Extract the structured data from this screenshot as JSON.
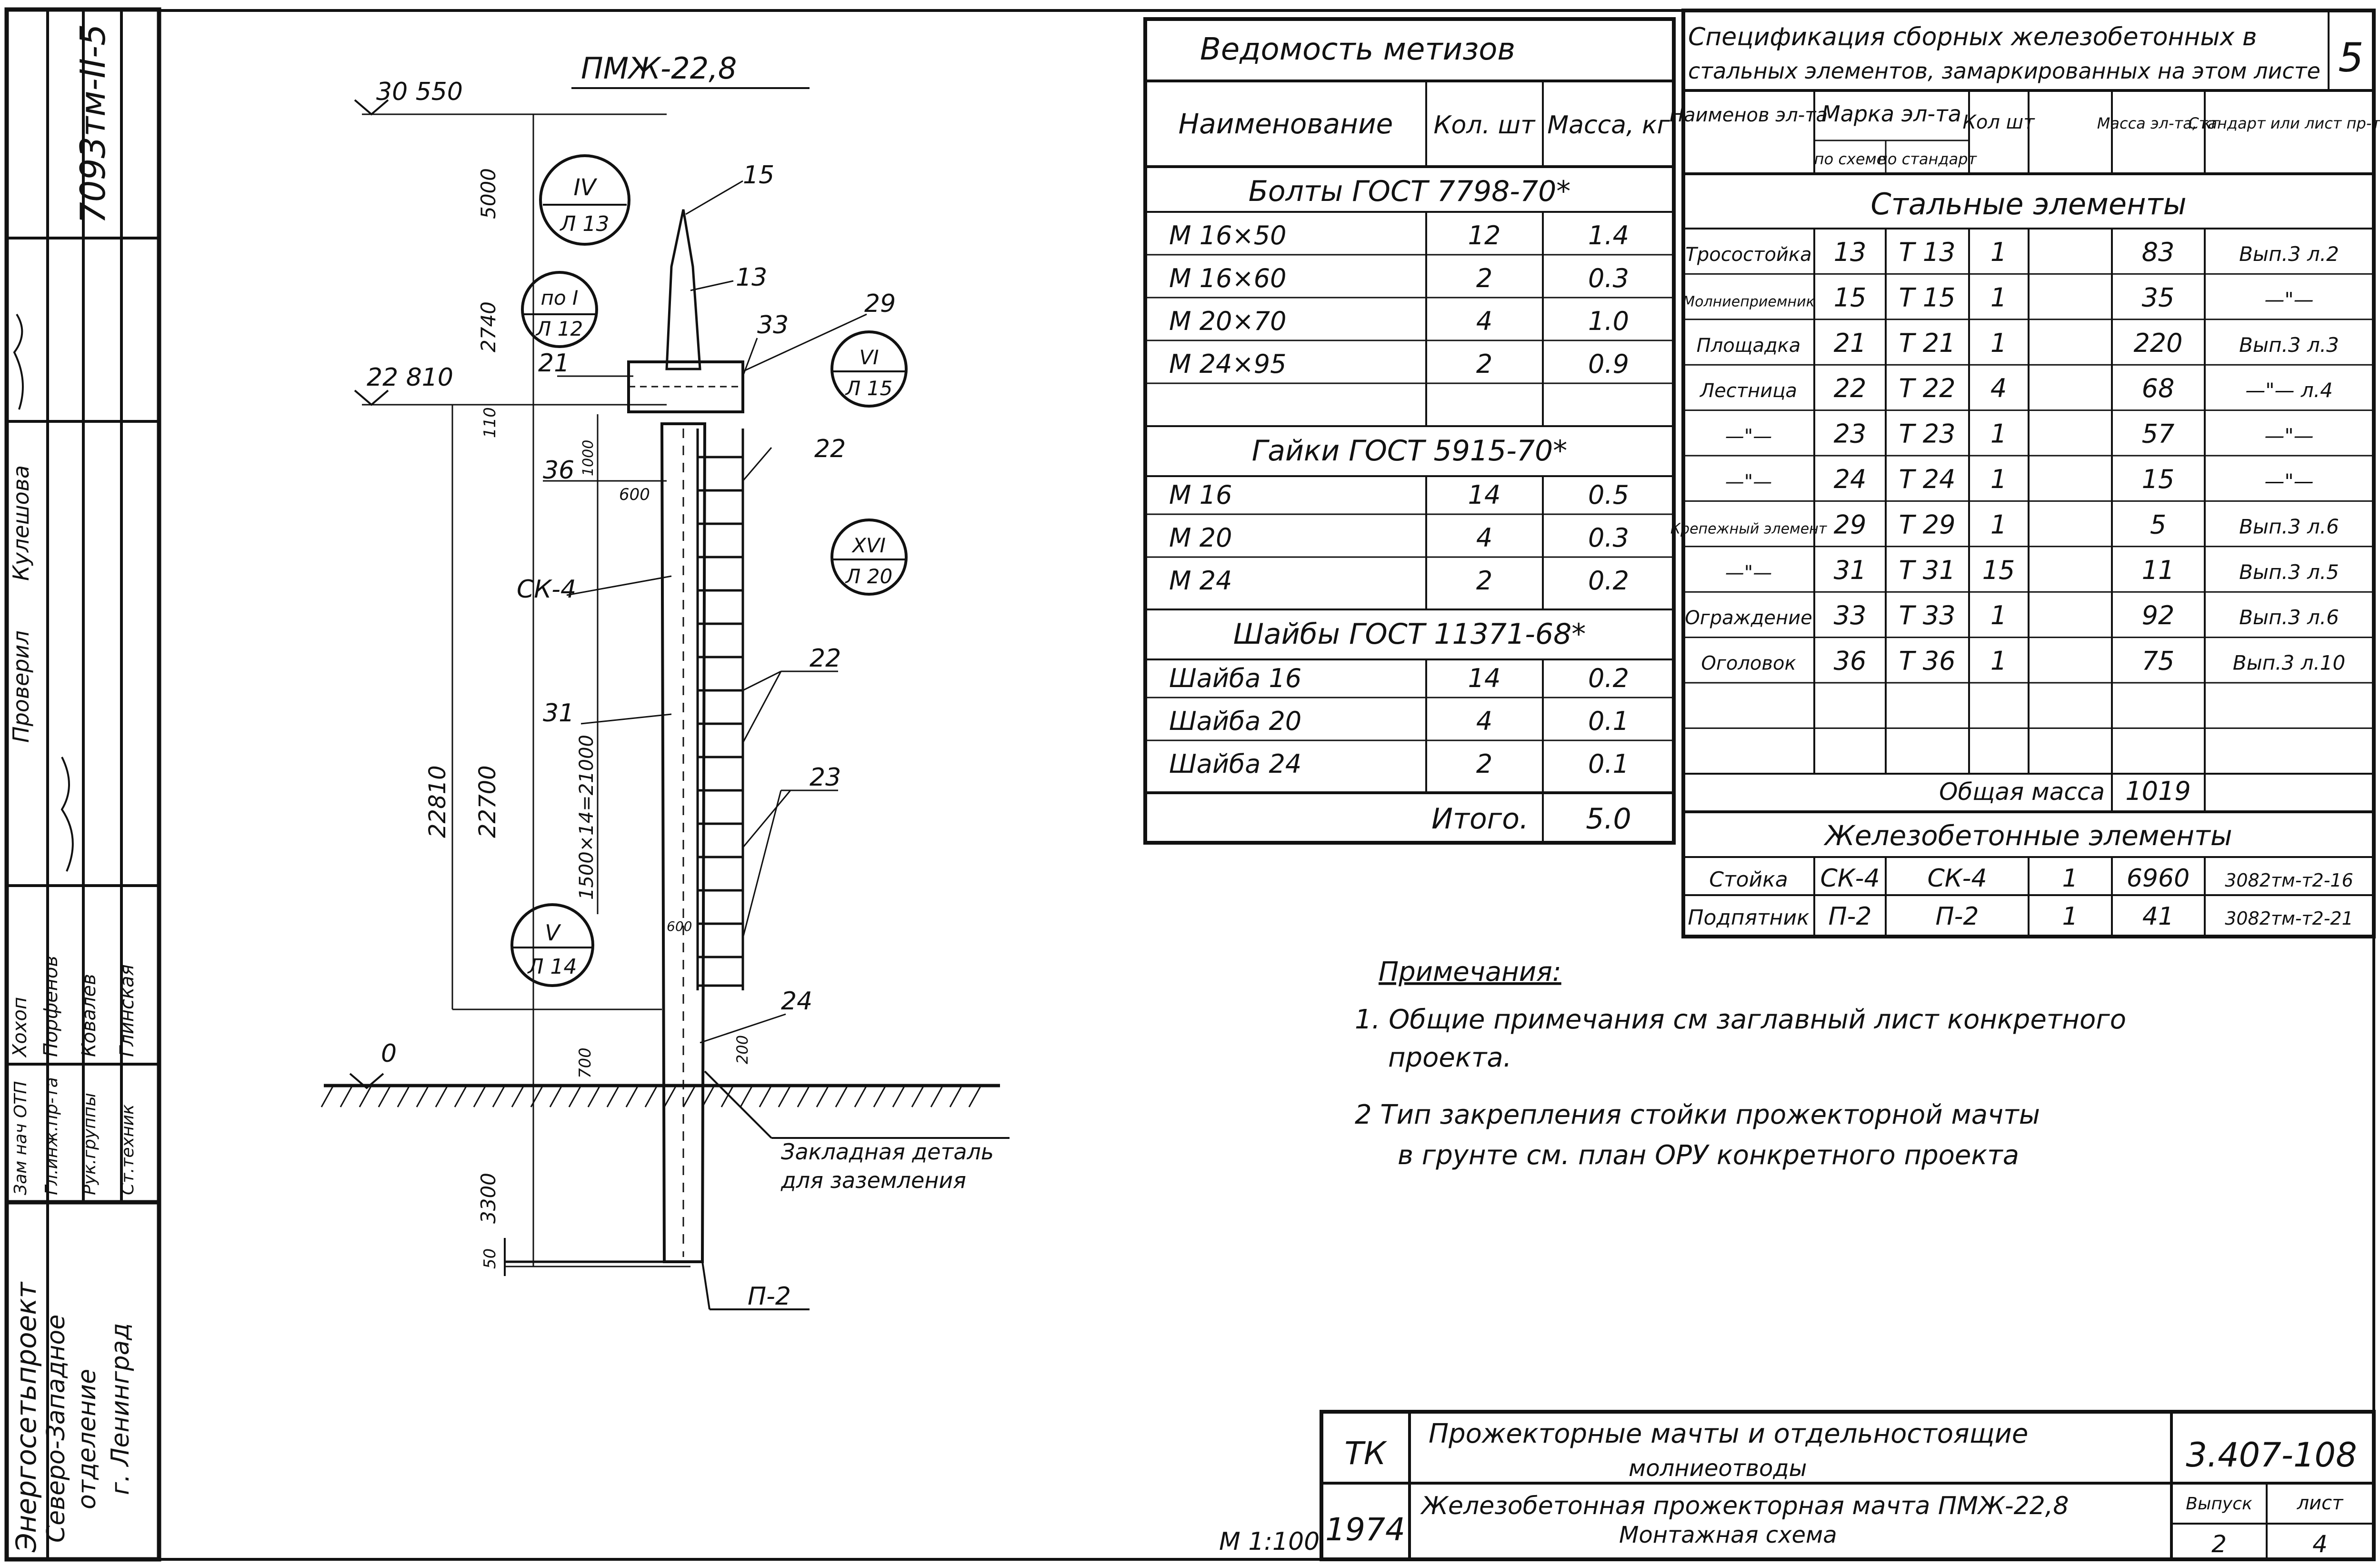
{
  "sheet_number": "5",
  "doc_code": "7093тм-II-5",
  "drawing": {
    "title": "ПМЖ-22,8",
    "elev_top": "30 550",
    "elev_mid": "22 810",
    "elev_ground": "0",
    "dims": {
      "d5000": "5000",
      "d2740": "2740",
      "d110": "110",
      "d1000": "1000",
      "d600a": "600",
      "d600b": "600",
      "d22810": "22810",
      "d22700": "22700",
      "d1500": "1500×14=21000",
      "d700": "700",
      "d200": "200",
      "d3300": "3300",
      "d50": "50"
    },
    "circles": [
      {
        "top": "IV",
        "bottom": "Л 13"
      },
      {
        "top": "по I",
        "bottom": "Л 12"
      },
      {
        "top": "VI",
        "bottom": "Л 15"
      },
      {
        "top": "XVI",
        "bottom": "Л 20"
      },
      {
        "top": "V",
        "bottom": "Л 14"
      }
    ],
    "leaders": {
      "l15": "15",
      "l13": "13",
      "l33": "33",
      "l29": "29",
      "l21": "21",
      "l22a": "22",
      "l36": "36",
      "lck4": "СК-4",
      "l31": "31",
      "l22b": "22",
      "l23": "23",
      "l24": "24",
      "lp2": "П-2"
    },
    "embedded": [
      "Закладная деталь",
      "для заземления"
    ]
  },
  "title_block_left": {
    "org": [
      "Энергосетьпроект",
      "Северо-Западное",
      "отделение",
      "г. Ленинград"
    ],
    "checked_label": "Проверил",
    "checked_name": "Кулешова",
    "roles": [
      "Зам нач ОТП",
      "Гл.инж.пр-та",
      "Рук.группы",
      "Ст.техник"
    ],
    "names": [
      "Хохоп",
      "Порфенов",
      "Ковалев",
      "Глинская"
    ]
  },
  "hardware_table": {
    "title": "Ведомость метизов",
    "headers": [
      "Наименование",
      "Кол. шт",
      "Масса, кг"
    ],
    "groups": [
      {
        "name": "Болты ГОСТ 7798-70*",
        "rows": [
          [
            "М 16×50",
            "12",
            "1.4"
          ],
          [
            "М 16×60",
            "2",
            "0.3"
          ],
          [
            "М 20×70",
            "4",
            "1.0"
          ],
          [
            "М 24×95",
            "2",
            "0.9"
          ],
          [
            "",
            "",
            ""
          ]
        ]
      },
      {
        "name": "Гайки ГОСТ 5915-70*",
        "rows": [
          [
            "М 16",
            "14",
            "0.5"
          ],
          [
            "М 20",
            "4",
            "0.3"
          ],
          [
            "М 24",
            "2",
            "0.2"
          ]
        ]
      },
      {
        "name": "Шайбы ГОСТ 11371-68*",
        "rows": [
          [
            "Шайба 16",
            "14",
            "0.2"
          ],
          [
            "Шайба 20",
            "4",
            "0.1"
          ],
          [
            "Шайба 24",
            "2",
            "0.1"
          ]
        ]
      }
    ],
    "total_label": "Итого.",
    "total_value": "5.0"
  },
  "spec_table": {
    "title1": "Спецификация сборных железобетонных в",
    "title2": "стальных элементов, замаркированных на этом листе",
    "headers": {
      "name": "Наименов эл-та",
      "mark": "Марка эл-та",
      "by_scheme": "по схеме",
      "by_standard": "по стандарт",
      "qty": "Кол шт",
      "mass": "Масса эл-та, кг",
      "standard": "Стандарт или лист пр-та"
    },
    "steel_title": "Стальные элементы",
    "steel_rows": [
      [
        "Тросостойка",
        "13",
        "Т 13",
        "1",
        "83",
        "Вып.3 л.2"
      ],
      [
        "Молниеприемник",
        "15",
        "Т 15",
        "1",
        "35",
        "—\"—"
      ],
      [
        "Площадка",
        "21",
        "Т 21",
        "1",
        "220",
        "Вып.3 л.3"
      ],
      [
        "Лестница",
        "22",
        "Т 22",
        "4",
        "68",
        "—\"— л.4"
      ],
      [
        "—\"—",
        "23",
        "Т 23",
        "1",
        "57",
        "—\"—"
      ],
      [
        "—\"—",
        "24",
        "Т 24",
        "1",
        "15",
        "—\"—"
      ],
      [
        "Крепежный элемент",
        "29",
        "Т 29",
        "1",
        "5",
        "Вып.3 л.6"
      ],
      [
        "—\"—",
        "31",
        "Т 31",
        "15",
        "11",
        "Вып.3 л.5"
      ],
      [
        "Ограждение",
        "33",
        "Т 33",
        "1",
        "92",
        "Вып.3 л.6"
      ],
      [
        "Оголовок",
        "36",
        "Т 36",
        "1",
        "75",
        "Вып.3 л.10"
      ],
      [
        "",
        "",
        "",
        "",
        "",
        ""
      ],
      [
        "",
        "",
        "",
        "",
        "",
        ""
      ]
    ],
    "total_label": "Общая масса",
    "total_value": "1019",
    "rc_title": "Железобетонные элементы",
    "rc_rows": [
      [
        "Стойка",
        "СК-4",
        "СК-4",
        "1",
        "6960",
        "3082тм-т2-16"
      ],
      [
        "Подпятник",
        "П-2",
        "П-2",
        "1",
        "41",
        "3082тм-т2-21"
      ]
    ]
  },
  "notes": {
    "title": "Примечания:",
    "items": [
      "1. Общие примечания см заглавный лист конкретного",
      "проекта.",
      "2  Тип закрепления стойки прожекторной мачты",
      "в грунте см. план ОРУ конкретного проекта"
    ]
  },
  "title_block": {
    "scale": "М 1:100",
    "tk": "ТК",
    "year": "1974",
    "line1": "Прожекторные мачты и отдельностоящие",
    "line1b": "молниеотводы",
    "line2": "Железобетонная прожекторная мачта ПМЖ-22,8",
    "line2b": "Монтажная схема",
    "doc_number": "3.407-108",
    "issue_label": "Выпуск",
    "sheet_label": "лист",
    "issue_value": "2",
    "sheet_value": "4"
  }
}
